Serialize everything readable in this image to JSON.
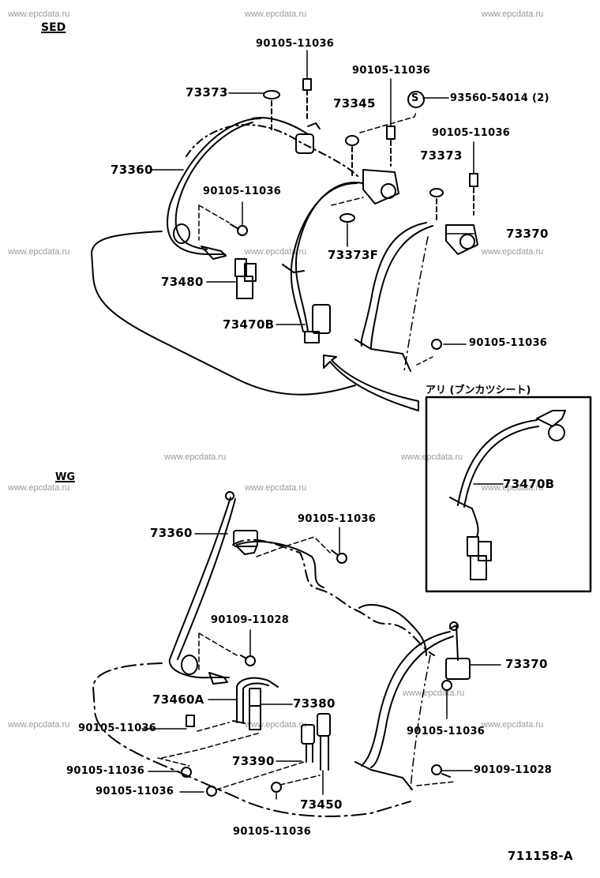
{
  "watermark": "www.epcdata.ru",
  "diagram_id": "711158-A",
  "sections": {
    "sedan": {
      "title": "SED",
      "callouts": {
        "bolt_top_center": "90105-11036",
        "bolt_top_right_center": "90105-11036",
        "screw_symbol": "S",
        "screw": "93560-54014 (2)",
        "clip_left": "73373",
        "clip_center": "73345",
        "bolt_right": "90105-11036",
        "clip_right": "73373",
        "belt_left": "73360",
        "bolt_left": "90105-11036",
        "retractor_right": "73370",
        "clip_center_lower": "73373F",
        "buckle_left": "73480",
        "belt_center": "73470B",
        "bolt_lower_right": "90105-11036"
      }
    },
    "inset": {
      "title": "アリ (ブンカツシート)",
      "callouts": {
        "belt": "73470B"
      }
    },
    "wagon": {
      "title": "WG",
      "callouts": {
        "belt_left": "73360",
        "bolt_top": "90105-11036",
        "bolt_left_mid": "90109-11028",
        "retractor_right": "73370",
        "buckle_strap": "73460A",
        "buckle": "73380",
        "bolt_left_1": "90105-11036",
        "bolt_right_mid": "90105-11036",
        "buckle_center": "73390",
        "bolt_right_low": "90109-11028",
        "bolt_left_2": "90105-11036",
        "bolt_left_3": "90105-11036",
        "buckle_right": "73450",
        "bolt_bottom": "90105-11036"
      }
    }
  }
}
